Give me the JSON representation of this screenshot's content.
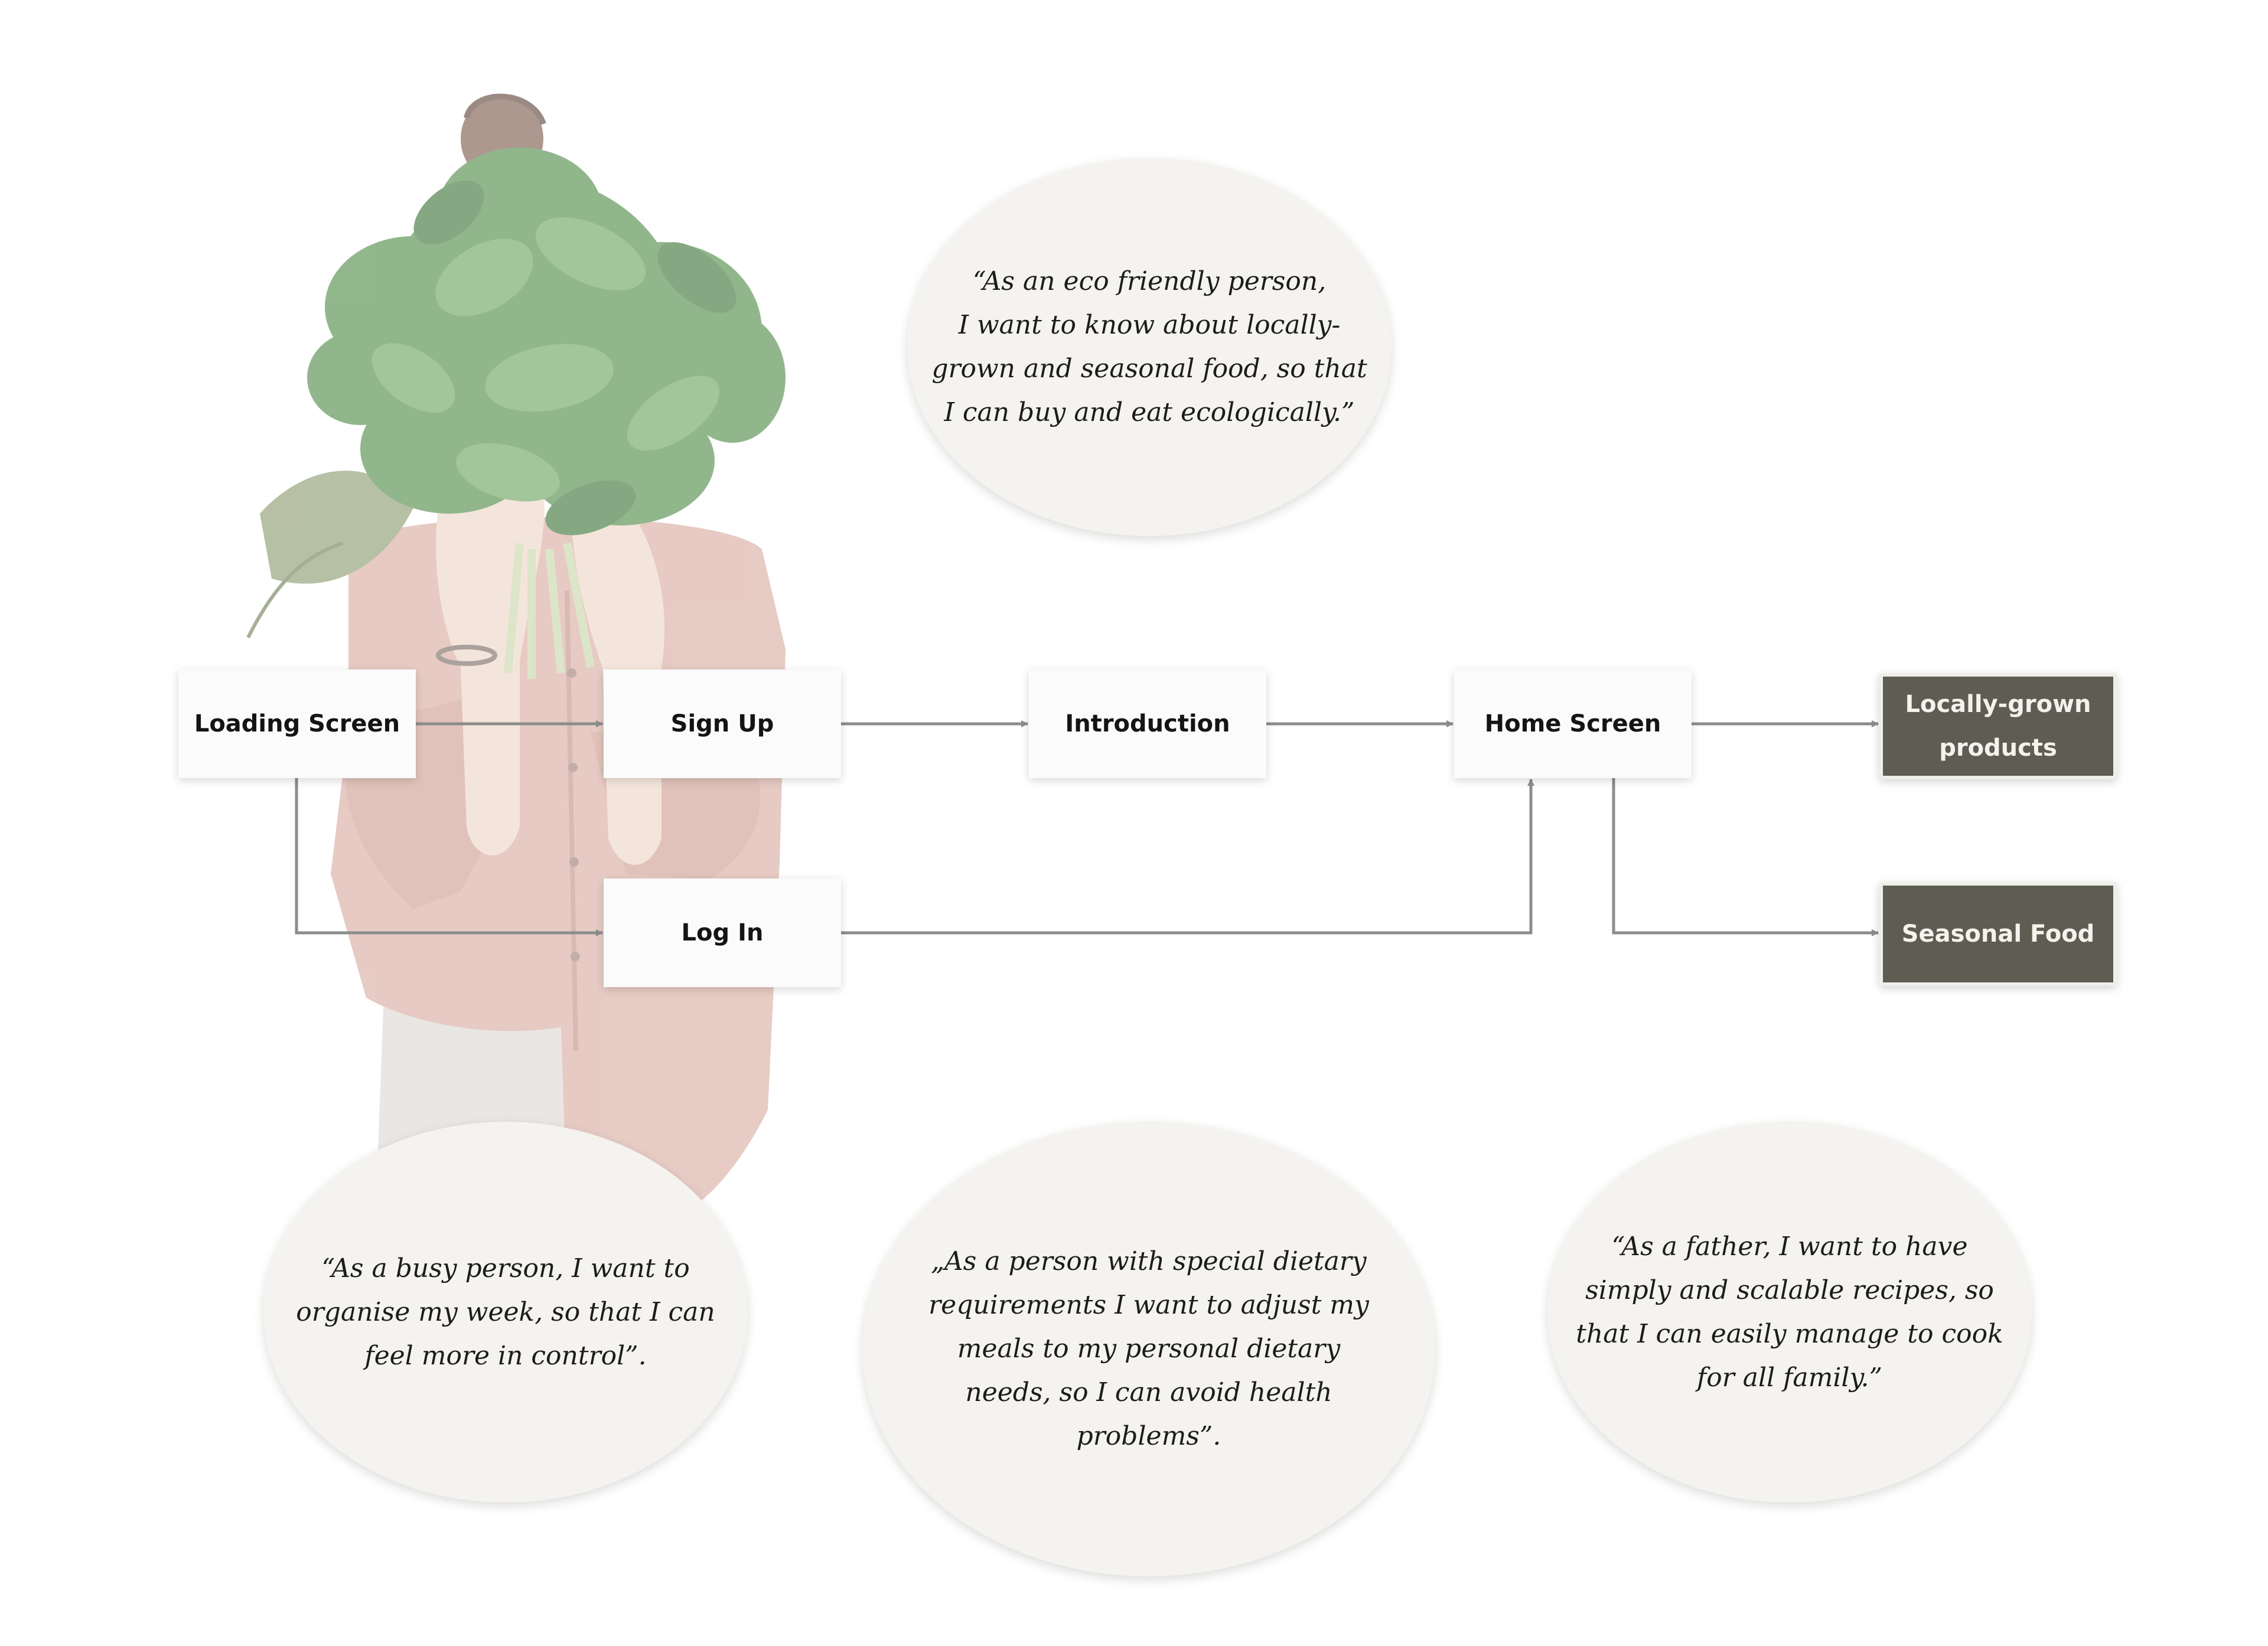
{
  "colors": {
    "node_light_bg": "#fbfbfb",
    "node_dark_bg": "#5d5d52",
    "node_text_dark": "#141414",
    "node_text_light": "#f4f2ec",
    "bubble_bg": "#f5f3ef",
    "connector": "#8c8c8c"
  },
  "flow": {
    "nodes": [
      {
        "id": "loading-screen",
        "label": "Loading Screen",
        "style": "light"
      },
      {
        "id": "sign-up",
        "label": "Sign Up",
        "style": "light"
      },
      {
        "id": "log-in",
        "label": "Log In",
        "style": "light"
      },
      {
        "id": "introduction",
        "label": "Introduction",
        "style": "light"
      },
      {
        "id": "home-screen",
        "label": "Home Screen",
        "style": "light"
      },
      {
        "id": "locally-grown",
        "label_lines": [
          "Locally-grown",
          "products"
        ],
        "style": "dark"
      },
      {
        "id": "seasonal-food",
        "label": "Seasonal Food",
        "style": "dark"
      }
    ],
    "edges": [
      {
        "from": "loading-screen",
        "to": "sign-up"
      },
      {
        "from": "loading-screen",
        "to": "log-in"
      },
      {
        "from": "sign-up",
        "to": "introduction"
      },
      {
        "from": "introduction",
        "to": "home-screen"
      },
      {
        "from": "log-in",
        "to": "home-screen"
      },
      {
        "from": "home-screen",
        "to": "locally-grown"
      },
      {
        "from": "home-screen",
        "to": "seasonal-food"
      }
    ]
  },
  "user_stories": [
    {
      "id": "eco",
      "lines": [
        "“As an eco friendly person,",
        "I want to know about locally-",
        "grown and seasonal food, so that",
        "I can buy and eat ecologically.”"
      ]
    },
    {
      "id": "busy",
      "lines": [
        "“As a busy person, I want to",
        "organise my week, so that I can",
        "feel more in control”."
      ]
    },
    {
      "id": "dietary",
      "lines": [
        "„As a person with special dietary",
        "requirements I want to adjust my",
        "meals to my personal dietary",
        "needs, so I can avoid health",
        "problems”."
      ]
    },
    {
      "id": "father",
      "lines": [
        "“As a father, I want to have",
        "simply and scalable recipes, so",
        "that I can easily manage to cook",
        "for all family.”"
      ]
    }
  ],
  "photo": {
    "subject": "woman-holding-leafy-greens"
  }
}
